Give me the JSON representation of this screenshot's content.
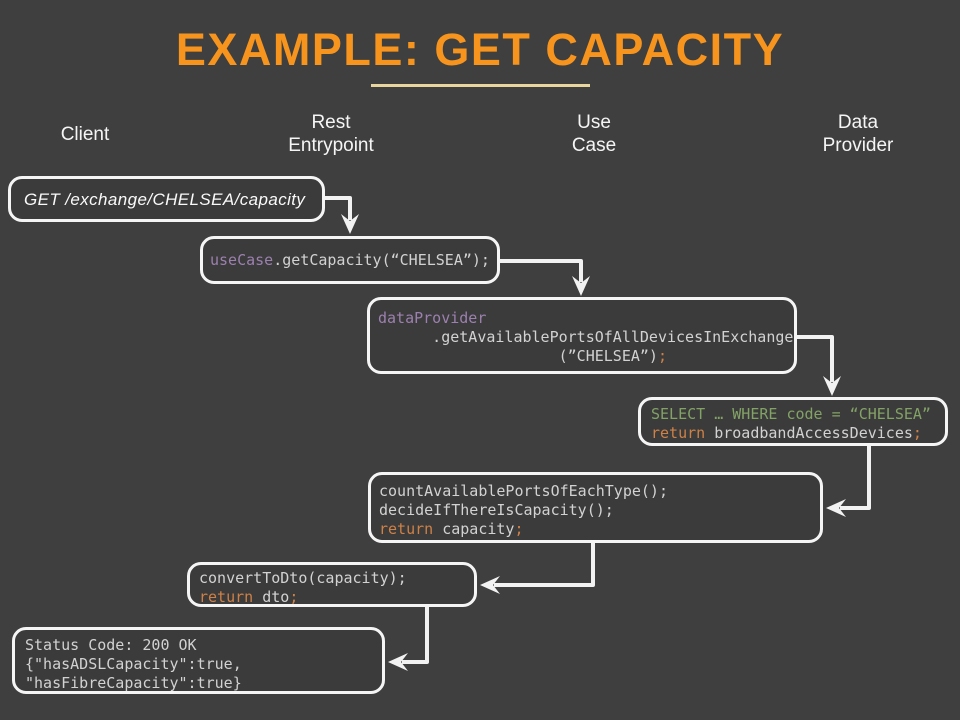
{
  "title": {
    "text": "EXAMPLE: GET CAPACITY"
  },
  "columns": [
    {
      "id": "client",
      "label": "Client"
    },
    {
      "id": "rest-entrypoint",
      "label": "Rest\nEntrypoint"
    },
    {
      "id": "use-case",
      "label": "Use\nCase"
    },
    {
      "id": "data-provider",
      "label": "Data\nProvider"
    }
  ],
  "colors": {
    "bg": "#3F3F3F",
    "title": "#F6941E",
    "underline": "#E8D69E",
    "header": "#F5F5F5",
    "border": "#F5F5F5",
    "plain": "#D2D2D2",
    "purple": "#9C80AF",
    "green": "#83A266",
    "orange": "#CE8147",
    "rest": "#FAFAFA",
    "arrow": "#F2F2F2"
  },
  "boxes": [
    {
      "id": "request",
      "lane": "client",
      "lines": [
        [
          {
            "t": "GET /exchange/CHELSEA/capacity",
            "c": "rest"
          }
        ]
      ]
    },
    {
      "id": "usecase-call",
      "lane": "rest-entrypoint",
      "lines": [
        [
          {
            "t": "useCase",
            "c": "purple"
          },
          {
            "t": ".getCapacity(“CHELSEA”);",
            "c": "plain"
          }
        ]
      ]
    },
    {
      "id": "dataprovider-call",
      "lane": "use-case",
      "lines": [
        [
          {
            "t": "dataProvider",
            "c": "purple"
          }
        ],
        [
          {
            "t": "      .getAvailablePortsOfAllDevicesInExchange",
            "c": "plain"
          }
        ],
        [
          {
            "t": "                    (”CHELSEA”)",
            "c": "plain"
          },
          {
            "t": ";",
            "c": "orange"
          }
        ]
      ]
    },
    {
      "id": "select-query",
      "lane": "data-provider",
      "lines": [
        [
          {
            "t": "SELECT … WHERE code = “CHELSEA”",
            "c": "green"
          }
        ],
        [
          {
            "t": "return",
            "c": "orange"
          },
          {
            "t": " broadbandAccessDevices",
            "c": "plain"
          },
          {
            "t": ";",
            "c": "orange"
          }
        ]
      ]
    },
    {
      "id": "count-capacity",
      "lane": "use-case",
      "lines": [
        [
          {
            "t": "countAvailablePortsOfEachType();",
            "c": "plain"
          }
        ],
        [
          {
            "t": "decideIfThereIsCapacity();",
            "c": "plain"
          }
        ],
        [
          {
            "t": "return",
            "c": "orange"
          },
          {
            "t": " capacity",
            "c": "plain"
          },
          {
            "t": ";",
            "c": "orange"
          }
        ]
      ]
    },
    {
      "id": "convert-dto",
      "lane": "rest-entrypoint",
      "lines": [
        [
          {
            "t": "convertToDto(capacity);",
            "c": "plain"
          }
        ],
        [
          {
            "t": "return",
            "c": "orange"
          },
          {
            "t": " dto",
            "c": "plain"
          },
          {
            "t": ";",
            "c": "orange"
          }
        ]
      ]
    },
    {
      "id": "response",
      "lane": "client",
      "lines": [
        [
          {
            "t": "Status Code: 200 OK",
            "c": "plain"
          }
        ],
        [
          {
            "t": "{\"hasADSLCapacity\":true,",
            "c": "plain"
          }
        ],
        [
          {
            "t": "\"hasFibreCapacity\":true}",
            "c": "plain"
          }
        ]
      ]
    }
  ]
}
